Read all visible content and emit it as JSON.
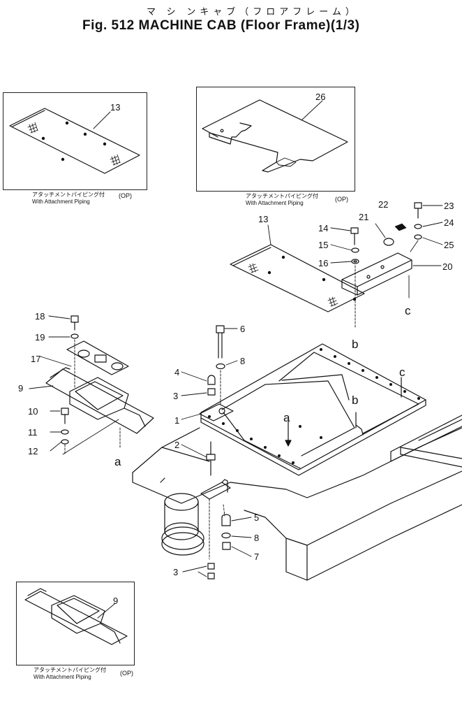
{
  "header": {
    "title_kana": "マ シ ンキャブ（フロアフレーム）",
    "title": "Fig. 512 MACHINE CAB (Floor Frame)(1/3)"
  },
  "insets": [
    {
      "caption_jp": "アタッチメントパイピング付",
      "caption_en": "With Attachment Piping",
      "caption_op": "(OP)",
      "part": "13"
    },
    {
      "caption_jp": "アタッチメントパイピング付",
      "caption_en": "With Attachment Piping",
      "caption_op": "(OP)",
      "part": "26"
    },
    {
      "caption_jp": "アタッチメントパイピング付",
      "caption_en": "With Attachment Piping",
      "caption_op": "(OP)",
      "part": "9"
    }
  ],
  "callouts": [
    "1",
    "2",
    "3",
    "3",
    "4",
    "5",
    "6",
    "7",
    "8",
    "8",
    "9",
    "10",
    "11",
    "12",
    "13",
    "14",
    "15",
    "16",
    "17",
    "18",
    "19",
    "20",
    "21",
    "22",
    "23",
    "24",
    "25"
  ],
  "refs": [
    "a",
    "a",
    "b",
    "b",
    "c",
    "c"
  ]
}
